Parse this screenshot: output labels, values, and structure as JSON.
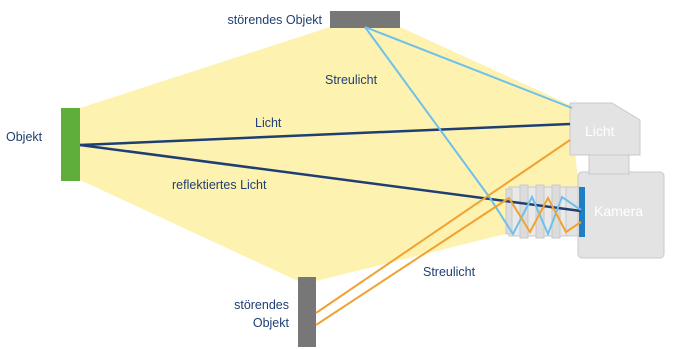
{
  "labels": {
    "object": "Objekt",
    "interfering_object_top": "störendes Objekt",
    "interfering_object_bottom_line1": "störendes",
    "interfering_object_bottom_line2": "Objekt",
    "stray_light_top": "Streulicht",
    "light_ray": "Licht",
    "reflected_light": "reflektiertes Licht",
    "stray_light_bottom": "Streulicht",
    "light_source": "Licht",
    "camera": "Kamera"
  },
  "colors": {
    "light_cone": "#fdf2b0",
    "object": "#5fae3c",
    "interfering_object": "#777777",
    "main_ray": "#1f3f73",
    "stray_ray_blue": "#6fc0ea",
    "stray_ray_orange": "#f0a232",
    "device_fill": "#e3e3e3",
    "device_stroke": "#c9c9c9",
    "sensor": "#1f7fc4"
  }
}
